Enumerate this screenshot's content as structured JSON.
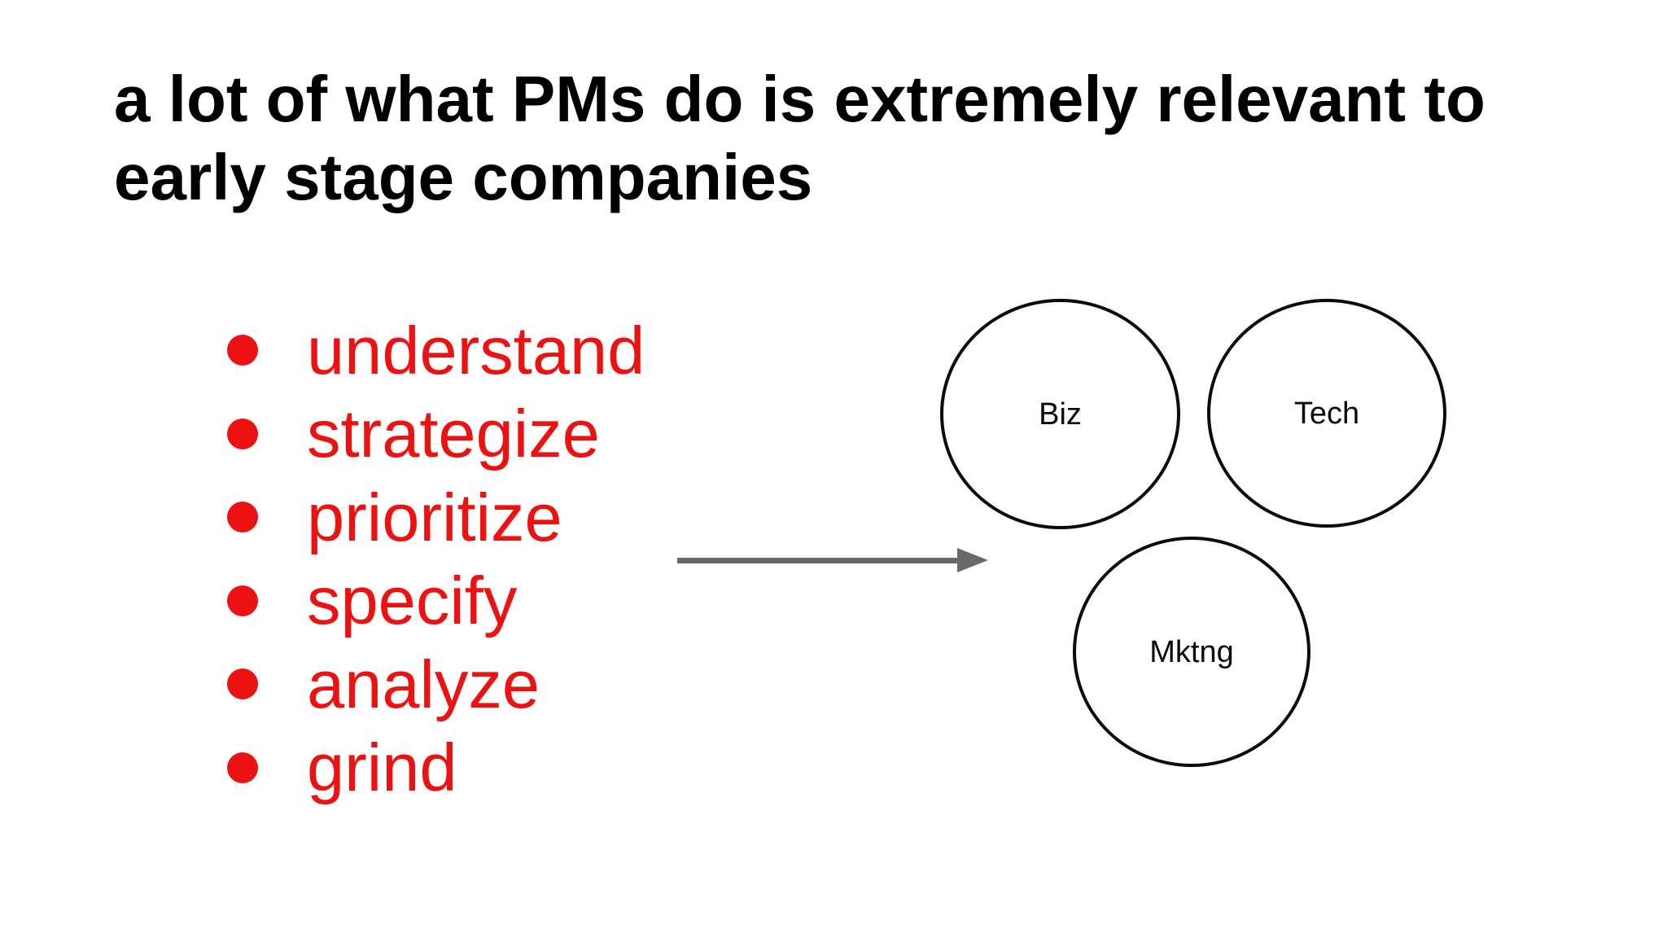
{
  "slide": {
    "title": {
      "line1": "a lot of what PMs do is extremely relevant to",
      "line2": "early stage companies"
    },
    "bullets": {
      "items": [
        "understand",
        "strategize",
        "prioritize",
        "specify",
        "analyze",
        "grind"
      ],
      "accent_color": "#ec1212"
    },
    "diagram": {
      "arrow_color": "#6a686c",
      "circle_stroke_color": "#0b0b0b",
      "circles": [
        {
          "label": "Biz"
        },
        {
          "label": "Tech"
        },
        {
          "label": "Mktng"
        }
      ]
    },
    "colors": {
      "background": "#ffffff",
      "title_text": "#000000"
    }
  }
}
